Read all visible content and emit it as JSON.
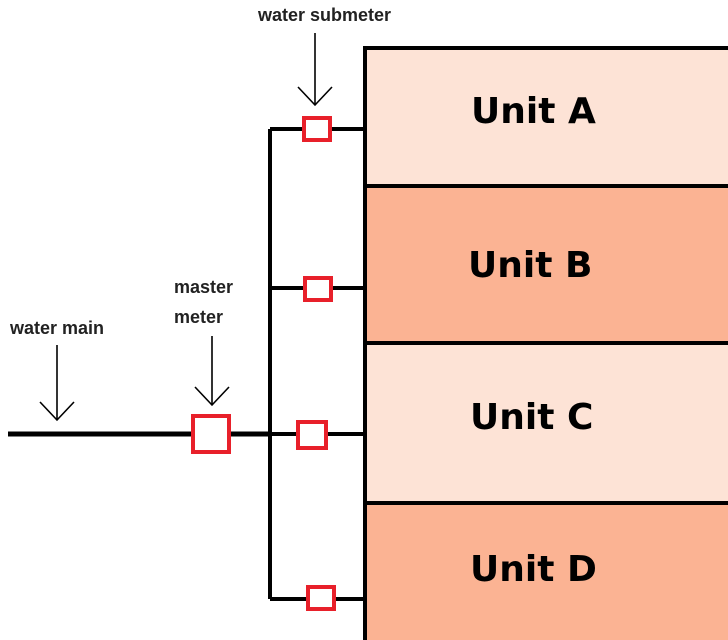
{
  "labels": {
    "water_main": "water main",
    "master_meter": [
      "master",
      "meter"
    ],
    "water_submeter": "water submeter"
  },
  "units": [
    {
      "name": "Unit A",
      "fill": "#fde3d6"
    },
    {
      "name": "Unit B",
      "fill": "#fbb393"
    },
    {
      "name": "Unit C",
      "fill": "#fde3d6"
    },
    {
      "name": "Unit D",
      "fill": "#fbb393"
    }
  ],
  "colors": {
    "pipe": "#000000",
    "meter_stroke": "#e8202a",
    "meter_fill": "#ffffff",
    "building_stroke": "#000000"
  }
}
